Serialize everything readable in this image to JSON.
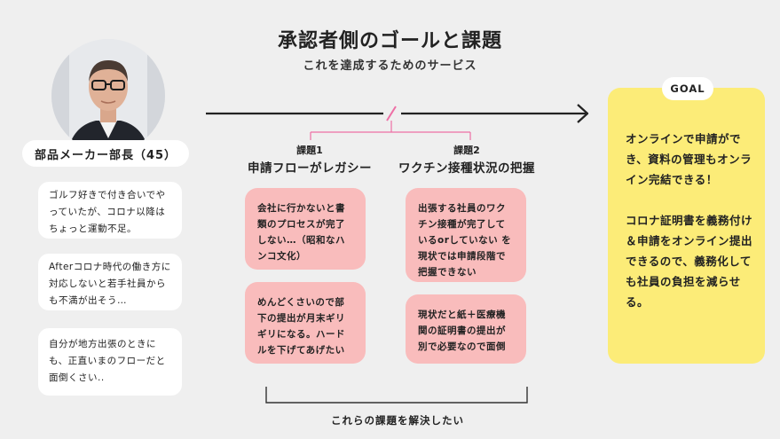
{
  "header": {
    "title": "承認者側のゴールと課題",
    "subtitle": "これを達成するためのサービス"
  },
  "persona": {
    "label": "部品メーカー部長（45）",
    "quotes": [
      "ゴルフ好きで付き合いでやっていたが、コロナ以降はちょっと運動不足。",
      "Afterコロナ時代の働き方に対応しないと若手社員からも不満が出そう…",
      "自分が地方出張のときにも、正直いまのフローだと面倒くさい.."
    ]
  },
  "challenges": [
    {
      "label": "課題1",
      "title": "申請フローがレガシー",
      "cards": [
        "会社に行かないと書類のプロセスが完了しない…（昭和なハンコ文化）",
        "めんどくさいので部下の提出が月末ギリギリになる。ハードルを下げてあげたい"
      ]
    },
    {
      "label": "課題2",
      "title": "ワクチン接種状況の把握",
      "cards": [
        "出張する社員のワクチン接種が完了しているorしていない を現状では申請段階で把握できない",
        "現状だと紙＋医療機関の証明書の提出が別で必要なので面倒"
      ]
    }
  ],
  "bottom_label": "これらの課題を解決したい",
  "goal": {
    "tag": "GOAL",
    "text1": "オンラインで申請ができ、資料の管理もオンライン完結できる！",
    "text2": "コロナ証明書を義務付け＆申請をオンライン提出できるので、義務化しても社員の負担を減らせる。"
  },
  "colors": {
    "background": "#efefef",
    "card_pink": "#f9bcbc",
    "goal_yellow": "#fcec78",
    "connector_pink": "#ee6fa5",
    "arrow": "#222222"
  }
}
